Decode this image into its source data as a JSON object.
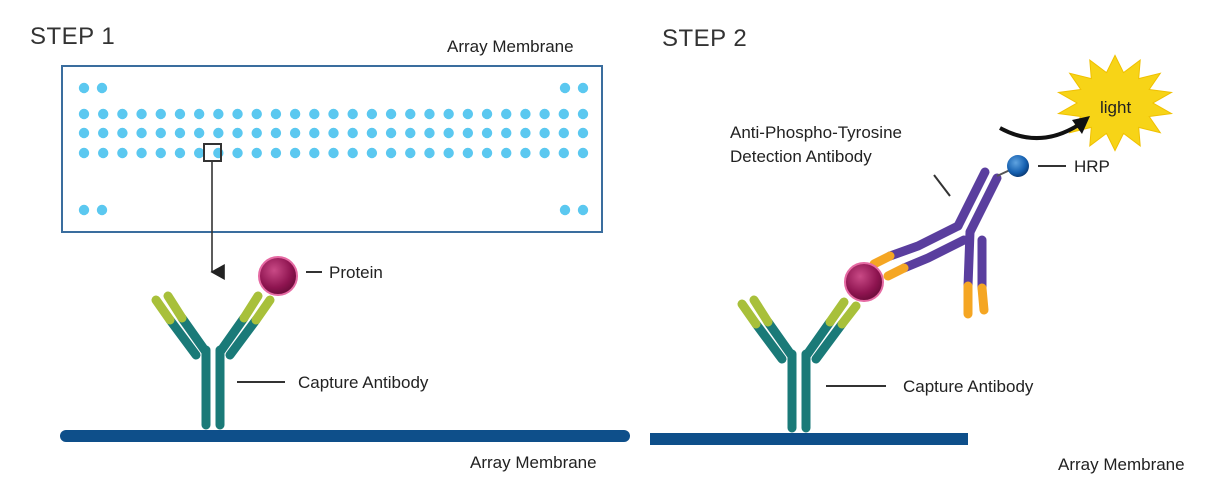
{
  "step1": {
    "title": "STEP 1",
    "array_membrane_label": "Array Membrane",
    "protein_label": "Protein",
    "capture_antibody_label": "Capture Antibody",
    "base_membrane_label": "Array Membrane"
  },
  "step2": {
    "title": "STEP 2",
    "detection_antibody_label_line1": "Anti-Phospho-Tyrosine",
    "detection_antibody_label_line2": "Detection Antibody",
    "hrp_label": "HRP",
    "light_label": "light",
    "capture_antibody_label": "Capture Antibody",
    "base_membrane_label": "Array Membrane"
  },
  "colors": {
    "dot": "#5bc8f0",
    "array_border": "#3a6d9e",
    "membrane_bar": "#0e4f8a",
    "capture_antibody": "#1a7a78",
    "capture_tip": "#a8c03a",
    "detection_antibody": "#5a3e9e",
    "detection_tip": "#f5a623",
    "protein": "#9b1b5a",
    "hrp": "#1560b0",
    "light_burst": "#f7d417"
  }
}
